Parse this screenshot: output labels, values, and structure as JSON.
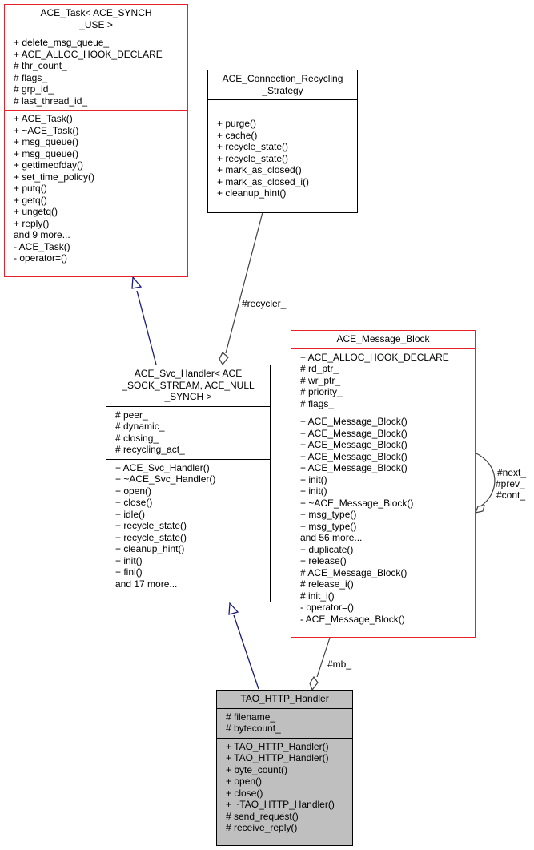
{
  "classes": {
    "ace_task": {
      "title": "ACE_Task< ACE_SYNCH\n_USE >",
      "attributes": [
        "+ delete_msg_queue_",
        "+ ACE_ALLOC_HOOK_DECLARE",
        "# thr_count_",
        "# flags_",
        "# grp_id_",
        "# last_thread_id_"
      ],
      "methods": [
        "+ ACE_Task()",
        "+ ~ACE_Task()",
        "+ msg_queue()",
        "+ msg_queue()",
        "+ gettimeofday()",
        "+ set_time_policy()",
        "+ putq()",
        "+ getq()",
        "+ ungetq()",
        "+ reply()",
        "and 9 more...",
        "- ACE_Task()",
        "- operator=()"
      ]
    },
    "ace_connection_recycling_strategy": {
      "title": "ACE_Connection_Recycling\n_Strategy",
      "attributes": [],
      "methods": [
        "+ purge()",
        "+ cache()",
        "+ recycle_state()",
        "+ recycle_state()",
        "+ mark_as_closed()",
        "+ mark_as_closed_i()",
        "+ cleanup_hint()"
      ]
    },
    "ace_svc_handler": {
      "title": "ACE_Svc_Handler< ACE\n_SOCK_STREAM, ACE_NULL\n_SYNCH >",
      "attributes": [
        "# peer_",
        "# dynamic_",
        "# closing_",
        "# recycling_act_"
      ],
      "methods": [
        "+ ACE_Svc_Handler()",
        "+ ~ACE_Svc_Handler()",
        "+ open()",
        "+ close()",
        "+ idle()",
        "+ recycle_state()",
        "+ recycle_state()",
        "+ cleanup_hint()",
        "+ init()",
        "+ fini()",
        "and 17 more..."
      ]
    },
    "ace_message_block": {
      "title": "ACE_Message_Block",
      "attributes": [
        "+ ACE_ALLOC_HOOK_DECLARE",
        "# rd_ptr_",
        "# wr_ptr_",
        "# priority_",
        "# flags_"
      ],
      "methods": [
        "+ ACE_Message_Block()",
        "+ ACE_Message_Block()",
        "+ ACE_Message_Block()",
        "+ ACE_Message_Block()",
        "+ ACE_Message_Block()",
        "+ init()",
        "+ init()",
        "+ ~ACE_Message_Block()",
        "+ msg_type()",
        "+ msg_type()",
        "and 56 more...",
        "+ duplicate()",
        "+ release()",
        "# ACE_Message_Block()",
        "# release_i()",
        "# init_i()",
        "- operator=()",
        "- ACE_Message_Block()"
      ]
    },
    "tao_http_handler": {
      "title": "TAO_HTTP_Handler",
      "attributes": [
        "# filename_",
        "# bytecount_"
      ],
      "methods": [
        "+ TAO_HTTP_Handler()",
        "+ TAO_HTTP_Handler()",
        "+ byte_count()",
        "+ open()",
        "+ close()",
        "+ ~TAO_HTTP_Handler()",
        "# send_request()",
        "# receive_reply()"
      ]
    }
  },
  "edge_labels": {
    "recycler": "#recycler_",
    "mb": "#mb_",
    "self_next": "#next_",
    "self_prev": "#prev_",
    "self_cont": "#cont_"
  },
  "colors": {
    "highlight_border": "#e8202a",
    "normal_border": "#000000",
    "focus_fill": "#bfbfbf",
    "inheritance_edge": "#1a1a80",
    "association_edge": "#404040"
  }
}
